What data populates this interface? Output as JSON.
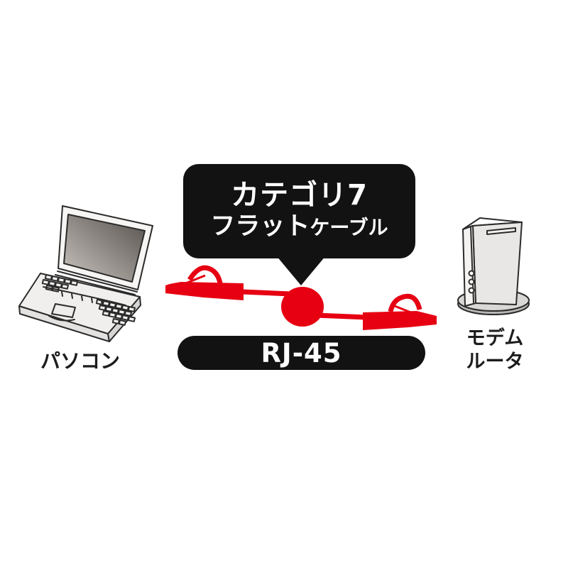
{
  "diagram": {
    "callout": {
      "line1": "カテゴリ7",
      "line2_main": "フラット",
      "line2_sub": "ケーブル"
    },
    "connector_label": "RJ-45",
    "left_device": {
      "label": "パソコン"
    },
    "right_device": {
      "label_line1": "モデム",
      "label_line2": "ルータ"
    }
  },
  "colors": {
    "cable_red": "#e60012",
    "callout_bg": "#121212",
    "callout_text": "#ffffff",
    "label_text": "#1c1c1c"
  }
}
